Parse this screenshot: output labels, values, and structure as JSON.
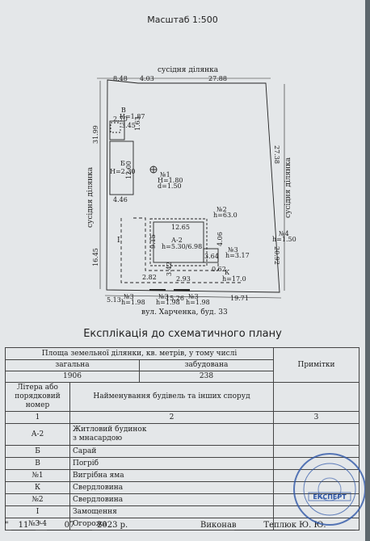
{
  "scale": "Масштаб 1:500",
  "plan": {
    "neighbor_top": "сусідня ділянка",
    "neighbor_left": "сусідня ділянка",
    "neighbor_right": "сусідня ділянка",
    "address": "вул. Харченка, буд. 33",
    "dims": {
      "top_left": "8.48",
      "top_small": "4.03",
      "top_right": "27.88",
      "left_top": "31.99",
      "left_bottom": "16.45",
      "right_top": "27.38",
      "right_bottom": "20.92",
      "bottom_1": "5.13",
      "bottom_2": "15.26",
      "bottom_3": "19.71",
      "b_w": "2.70",
      "b_w2": "3.45",
      "b_side": "1.63",
      "b_label": "В",
      "b_height": "H=1.87",
      "b2_label": "Б",
      "b2_height": "H=2.30",
      "b2_len": "12.00",
      "b2_w": "4.46",
      "pit_label": "№1",
      "pit_h": "H=1.80",
      "pit_d": "d=1.50",
      "house_w": "12.65",
      "house_h": "9.15",
      "house_label": "А-2",
      "house_height": "h=5.30/6.98",
      "house_side": "4.06",
      "porch_w": "3.64",
      "dim_282": "2.82",
      "dim_342": "3.42",
      "dim_293": "2.93",
      "dim_062": "0.62",
      "well2_label": "№2",
      "well2_h": "h=63.0",
      "k_label": "К",
      "k_h": "h=17.0",
      "f4_label": "№4",
      "f4_h": "h=1.50",
      "f3_label": "№3",
      "f3_h": "h=3.17",
      "g1_label": "№3",
      "g1_h": "h=1.98",
      "g2_label": "№3",
      "g2_h": "h=1.98",
      "g3_label": "№3",
      "g3_h": "h=1.98",
      "roman": "І"
    }
  },
  "explication": {
    "title": "Експлікація до схематичного плану",
    "area_header": "Площа земельної ділянки, кв. метрів, у тому числі",
    "total_label": "загальна",
    "built_label": "забудована",
    "notes_label": "Примітки",
    "total_value": "1906",
    "built_value": "238",
    "letter_header": "Літера або порядковий номер",
    "name_header": "Найменування будівель та інших споруд",
    "col1": "1",
    "col2": "2",
    "col3": "3",
    "rows": [
      {
        "code": "А-2",
        "name": "Житловий будинок",
        "name2": "з мнасардою"
      },
      {
        "code": "Б",
        "name": "Сарай"
      },
      {
        "code": "В",
        "name": "Погріб"
      },
      {
        "code": "№1",
        "name": "Вигрібна яма"
      },
      {
        "code": "К",
        "name": "Свердловина"
      },
      {
        "code": "№2",
        "name": "Свердловина"
      },
      {
        "code": "І",
        "name": "Замощення"
      },
      {
        "code": "№3-4",
        "name": "Огорожа"
      }
    ]
  },
  "footer": {
    "day": "11",
    "month": "07",
    "year": "2023 р.",
    "made_label": "Виконав",
    "author": "Теплюк Ю. Ю."
  },
  "stamp_text": "ЕКСПЕРТ"
}
